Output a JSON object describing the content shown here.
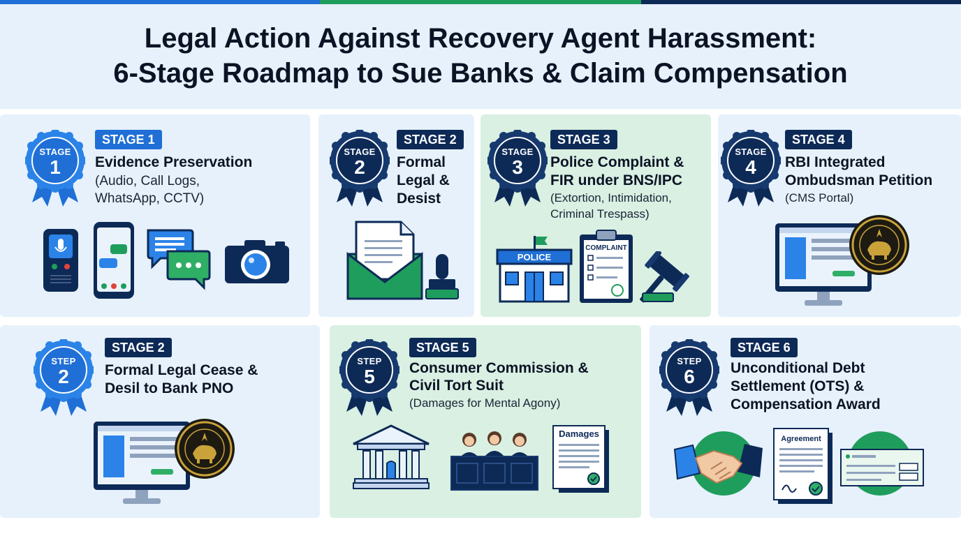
{
  "title": {
    "line1": "Legal Action Against Recovery Agent Harassment:",
    "line2": "6-Stage Roadmap to Sue Banks & Claim Compensation"
  },
  "colors": {
    "accent_blue": "#1f6fd6",
    "accent_green": "#1f9d5c",
    "navy": "#0d2a57",
    "card_blue": "#e6f1fb",
    "card_green": "#d9f0e2"
  },
  "cards": [
    {
      "badge_top": "STAGE",
      "badge_num": "1",
      "pill": "STAGE 1",
      "heading": [
        "Evidence Preservation"
      ],
      "sub": [
        "(Audio, Call Logs,",
        "WhatsApp, CCTV)"
      ],
      "icons": [
        "voice-recorder-icon",
        "smartphone-chat-icon",
        "chat-bubbles-icon",
        "camera-icon"
      ]
    },
    {
      "badge_top": "STAGE",
      "badge_num": "2",
      "pill": "STAGE 2",
      "heading": [
        "Formal",
        "Legal &",
        "Desist"
      ],
      "sub": [],
      "icons": [
        "envelope-letter-icon",
        "rubber-stamp-icon"
      ]
    },
    {
      "badge_top": "STAGE",
      "badge_num": "3",
      "pill": "STAGE 3",
      "heading": [
        "Police Complaint &",
        "FIR under BNS/IPC"
      ],
      "sub": [
        "(Extortion, Intimidation,",
        "Criminal Trespass)"
      ],
      "police_label": "POLICE",
      "complaint_label": "COMPLAINT",
      "icons": [
        "police-station-icon",
        "complaint-clipboard-icon",
        "gavel-icon"
      ]
    },
    {
      "badge_top": "STAGE",
      "badge_num": "4",
      "pill": "STAGE 4",
      "heading": [
        "RBI Integrated",
        "Ombudsman Petition"
      ],
      "sub": [
        "(CMS Portal)"
      ],
      "icons": [
        "computer-monitor-icon",
        "rbi-seal-icon"
      ]
    },
    {
      "badge_top": "STEP",
      "badge_num": "2",
      "pill": "STAGE 2",
      "heading": [
        "Formal Legal Cease &",
        "Desil to Bank PNO"
      ],
      "sub": [],
      "icons": [
        "computer-monitor-icon",
        "rbi-seal-icon"
      ]
    },
    {
      "badge_top": "STEP",
      "badge_num": "5",
      "pill": "STAGE 5",
      "heading": [
        "Consumer Commission &",
        "Civil Tort Suit"
      ],
      "sub": [
        "(Damages for Mental Agony)"
      ],
      "damages_label": "Damages",
      "icons": [
        "courthouse-icon",
        "judges-bench-icon",
        "damages-document-icon"
      ]
    },
    {
      "badge_top": "STEP",
      "badge_num": "6",
      "pill": "STAGE 6",
      "heading": [
        "Unconditional Debt",
        "Settlement (OTS) &",
        "Compensation Award"
      ],
      "sub": [],
      "agreement_label": "Agreement",
      "icons": [
        "handshake-icon",
        "agreement-document-icon",
        "cheque-icon"
      ]
    }
  ]
}
